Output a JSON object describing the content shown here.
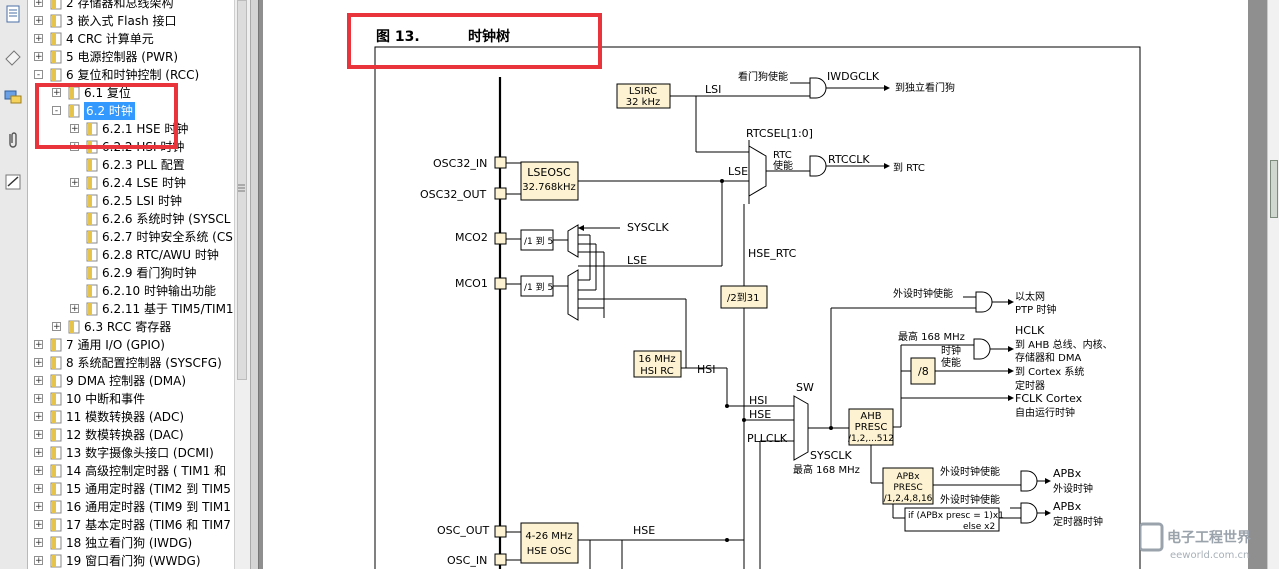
{
  "toc": {
    "items": [
      {
        "label": "2 存储器和总线架构",
        "expand": "+"
      },
      {
        "label": "3 嵌入式 Flash 接口",
        "expand": "+"
      },
      {
        "label": "4 CRC 计算单元",
        "expand": "+"
      },
      {
        "label": "5 电源控制器 (PWR)",
        "expand": "+"
      },
      {
        "label": "6 复位和时钟控制 (RCC)",
        "expand": "-"
      },
      {
        "label": "6.1 复位",
        "expand": "+"
      },
      {
        "label": "6.2 时钟",
        "expand": "-"
      },
      {
        "label": "6.2.1 HSE 时钟",
        "expand": "+"
      },
      {
        "label": "6.2.2 HSI 时钟",
        "expand": "+"
      },
      {
        "label": "6.2.3 PLL 配置",
        "expand": ""
      },
      {
        "label": "6.2.4 LSE 时钟",
        "expand": "+"
      },
      {
        "label": "6.2.5 LSI 时钟",
        "expand": ""
      },
      {
        "label": "6.2.6 系统时钟 (SYSCL",
        "expand": ""
      },
      {
        "label": "6.2.7 时钟安全系统 (CS",
        "expand": ""
      },
      {
        "label": "6.2.8 RTC/AWU 时钟",
        "expand": ""
      },
      {
        "label": "6.2.9 看门狗时钟",
        "expand": ""
      },
      {
        "label": "6.2.10 时钟输出功能",
        "expand": ""
      },
      {
        "label": "6.2.11 基于 TIM5/TIM1",
        "expand": "+"
      },
      {
        "label": "6.3 RCC 寄存器",
        "expand": "+"
      },
      {
        "label": "7 通用 I/O (GPIO)",
        "expand": "+"
      },
      {
        "label": "8 系统配置控制器 (SYSCFG)",
        "expand": "+"
      },
      {
        "label": "9 DMA 控制器 (DMA)",
        "expand": "+"
      },
      {
        "label": "10 中断和事件",
        "expand": "+"
      },
      {
        "label": "11 模数转换器 (ADC)",
        "expand": "+"
      },
      {
        "label": "12 数模转换器 (DAC)",
        "expand": "+"
      },
      {
        "label": "13 数字摄像头接口 (DCMI)",
        "expand": "+"
      },
      {
        "label": "14 高级控制定时器 ( TIM1 和",
        "expand": "+"
      },
      {
        "label": "15 通用定时器 (TIM2 到 TIM5",
        "expand": "+"
      },
      {
        "label": "16 通用定时器 (TIM9 到 TIM1",
        "expand": "+"
      },
      {
        "label": "17 基本定时器 (TIM6 和 TIM7",
        "expand": "+"
      },
      {
        "label": "18 独立看门狗 (IWDG)",
        "expand": "+"
      },
      {
        "label": "19 窗口看门狗 (WWDG)",
        "expand": "+"
      }
    ],
    "selected_index": 6
  },
  "figure": {
    "number": "图 13.",
    "title": "时钟树"
  },
  "diagram": {
    "lsirc": [
      "LSIRC",
      "32 kHz"
    ],
    "lsi": "LSI",
    "iwdg_enable": "看门狗使能",
    "iwdgclk": "IWDGCLK",
    "to_iwdg": "到独立看门狗",
    "rtcsel": "RTCSEL[1:0]",
    "rtc_enable": [
      "RTC",
      "使能"
    ],
    "rtcclk": "RTCCLK",
    "to_rtc": "到 RTC",
    "osc32_in": "OSC32_IN",
    "osc32_out": "OSC32_OUT",
    "lseosc": [
      "LSEOSC",
      "32.768kHz"
    ],
    "lse": "LSE",
    "mco2": "MCO2",
    "mco1": "MCO1",
    "div1to5": "/1 到 5",
    "sysclk_in": "SYSCLK",
    "lse2": "LSE",
    "hse_rtc": "HSE_RTC",
    "div2to31": "/2到31",
    "hsirc": [
      "16 MHz",
      "HSI RC"
    ],
    "hsi": "HSI",
    "periph_enable": "外设时钟使能",
    "eth_ptp": [
      "以太网",
      "PTP 时钟"
    ],
    "max168": "最高 168 MHz",
    "hclk": "HCLK",
    "hclk_desc": [
      "到 AHB 总线、内核、",
      "存储器和 DMA"
    ],
    "clk_enable": [
      "时钟",
      "使能"
    ],
    "div8": "/8",
    "to_cortex": [
      "到 Cortex 系统",
      "定时器"
    ],
    "fclk": "FCLK Cortex",
    "free_run": "自由运行时钟",
    "sw": "SW",
    "hsi_sw": "HSI",
    "hse_sw": "HSE",
    "pllclk": "PLLCLK",
    "sysclk": "SYSCLK",
    "ahb": [
      "AHB",
      "PRESC",
      "/1,2,...512"
    ],
    "max168b": "最高 168 MHz",
    "apbx": [
      "APBx",
      "PRESC",
      "/1,2,4,8,16"
    ],
    "periph_enable2": "外设时钟使能",
    "apbx_out": [
      "APBx",
      "外设时钟"
    ],
    "periph_enable3": "外设时钟使能",
    "apbx_timer": [
      "APBx",
      "定时器时钟"
    ],
    "if_apbx": [
      "if (APBx presc = 1)x1",
      "else x2"
    ],
    "osc_out": "OSC_OUT",
    "osc_in": "OSC_IN",
    "hseosc": [
      "4-26 MHz",
      "HSE OSC"
    ],
    "hse": "HSE"
  },
  "watermark": {
    "cn": "电子工程世界",
    "url": "eeworld.com.cn"
  },
  "colors": {
    "highlight_box": "#e8343a",
    "selection": "#3399ff",
    "block_fill": "#fdf3d2"
  },
  "icons": [
    "document-icon",
    "eraser-icon",
    "comment-icon",
    "attachment-icon",
    "signature-icon"
  ]
}
